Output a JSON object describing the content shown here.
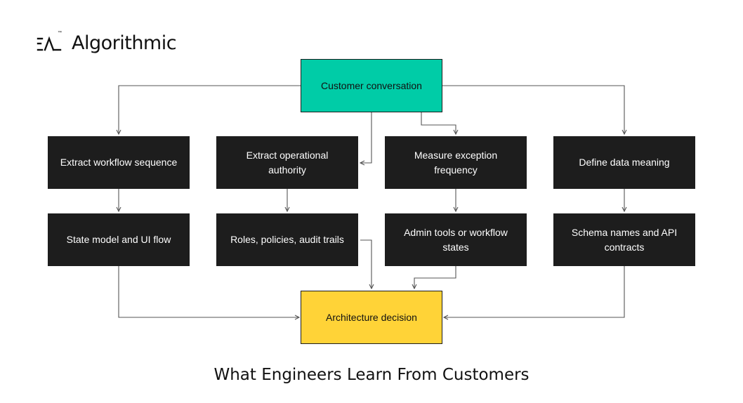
{
  "brand": {
    "name": "Algorithmic",
    "mark_icon": "algorithmic-logo-icon",
    "tm": "™"
  },
  "nodes": {
    "root": "Customer conversation",
    "extract_workflow": "Extract workflow sequence",
    "extract_authority": "Extract operational authority",
    "measure_exception": "Measure exception frequency",
    "define_data": "Define data meaning",
    "state_model": "State model and UI flow",
    "roles_policies": "Roles, policies, audit trails",
    "admin_tools": "Admin tools or workflow states",
    "schema_names": "Schema names and API contracts",
    "decision": "Architecture decision"
  },
  "caption": "What Engineers Learn From Customers",
  "colors": {
    "root": "#00cca7",
    "decision": "#ffd337",
    "box": "#1d1d1d",
    "line": "#555555"
  }
}
